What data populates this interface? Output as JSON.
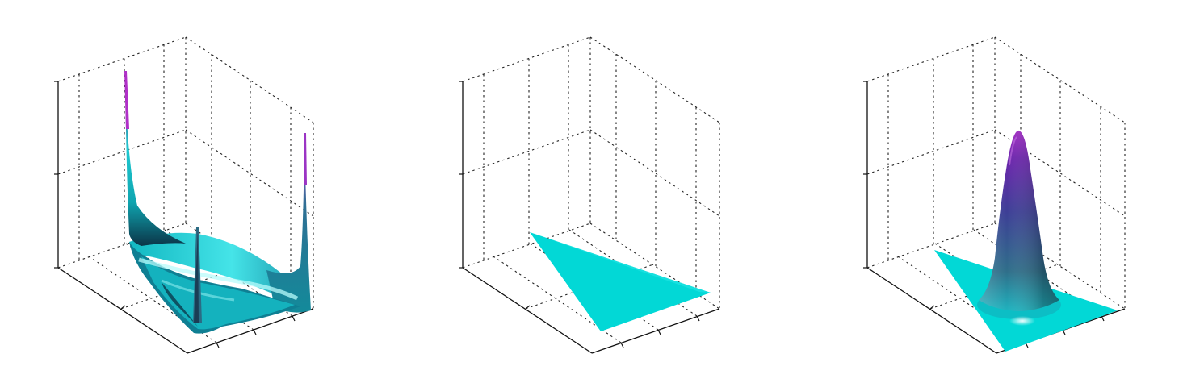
{
  "chart_data": [
    {
      "type": "surface",
      "surface_shape": "bowl with spikes at three corners of a triangular domain",
      "grid": true,
      "tick_labels_shown": false,
      "colors": {
        "low": "#00dede",
        "mid": "#2f5f7f",
        "high": "#a020c0"
      }
    },
    {
      "type": "surface",
      "surface_shape": "flat constant triangle",
      "grid": true,
      "tick_labels_shown": false,
      "colors": {
        "low": "#00dede",
        "mid": "#2f5f7f",
        "high": "#a020c0"
      }
    },
    {
      "type": "surface",
      "surface_shape": "single smooth central peak on a triangular domain",
      "grid": true,
      "tick_labels_shown": false,
      "colors": {
        "low": "#00dede",
        "mid": "#2f5f7f",
        "high": "#a020c0"
      }
    }
  ]
}
